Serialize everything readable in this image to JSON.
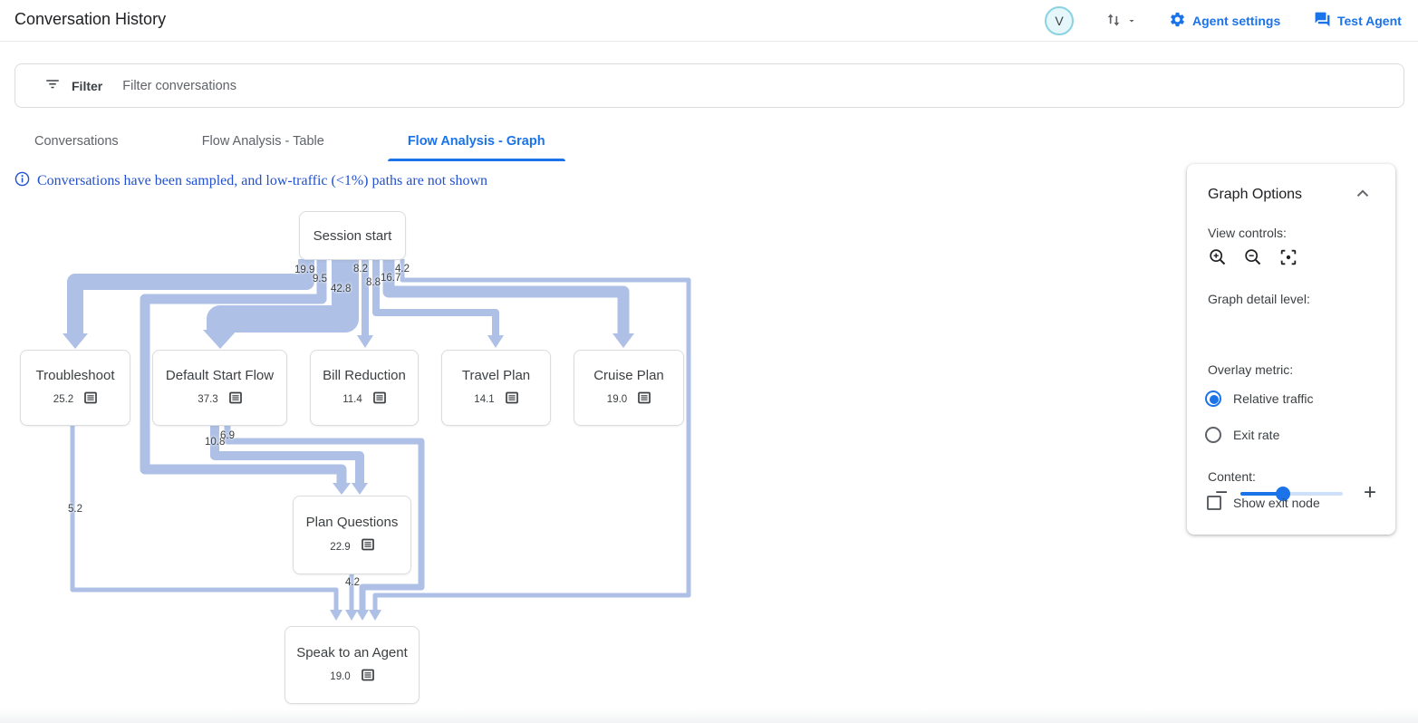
{
  "header": {
    "title": "Conversation History",
    "avatar_initial": "V",
    "agent_settings_label": "Agent settings",
    "test_agent_label": "Test Agent"
  },
  "filter": {
    "label": "Filter",
    "placeholder": "Filter conversations"
  },
  "tabs": [
    {
      "label": "Conversations",
      "active": false
    },
    {
      "label": "Flow Analysis - Table",
      "active": false
    },
    {
      "label": "Flow Analysis - Graph",
      "active": true
    }
  ],
  "notice_text": "Conversations have been sampled, and low-traffic (<1%) paths are not shown",
  "graph": {
    "nodes": [
      {
        "id": "session-start",
        "label": "Session start",
        "value": ""
      },
      {
        "id": "troubleshoot",
        "label": "Troubleshoot",
        "value": "25.2"
      },
      {
        "id": "default-start-flow",
        "label": "Default Start Flow",
        "value": "37.3"
      },
      {
        "id": "bill-reduction",
        "label": "Bill Reduction",
        "value": "11.4"
      },
      {
        "id": "travel-plan",
        "label": "Travel Plan",
        "value": "14.1"
      },
      {
        "id": "cruise-plan",
        "label": "Cruise Plan",
        "value": "19.0"
      },
      {
        "id": "plan-questions",
        "label": "Plan Questions",
        "value": "22.9"
      },
      {
        "id": "speak-to-an-agent",
        "label": "Speak to an Agent",
        "value": "19.0"
      }
    ],
    "edges": [
      {
        "from": "Session start",
        "to": "Troubleshoot",
        "value": "19.9"
      },
      {
        "from": "Session start",
        "to": "Plan Questions",
        "value": "9.5"
      },
      {
        "from": "Session start",
        "to": "Default Start Flow",
        "value": "42.8"
      },
      {
        "from": "Session start",
        "to": "Bill Reduction",
        "value": "8.2"
      },
      {
        "from": "Session start",
        "to": "Travel Plan",
        "value": "8.8"
      },
      {
        "from": "Session start",
        "to": "Cruise Plan",
        "value": "16.7"
      },
      {
        "from": "Session start",
        "to": "Speak to an Agent",
        "value": "4.2"
      },
      {
        "from": "Default Start Flow",
        "to": "Plan Questions",
        "value": "10.8"
      },
      {
        "from": "Default Start Flow",
        "to": "Speak to an Agent",
        "value": "6.9"
      },
      {
        "from": "Troubleshoot",
        "to": "Speak to an Agent",
        "value": "5.2"
      },
      {
        "from": "Plan Questions",
        "to": "Speak to an Agent",
        "value": "4.2"
      }
    ]
  },
  "panel": {
    "title": "Graph Options",
    "view_controls_label": "View controls:",
    "detail_label": "Graph detail level:",
    "overlay_label": "Overlay metric:",
    "overlay_options": [
      {
        "label": "Relative traffic",
        "selected": true
      },
      {
        "label": "Exit rate",
        "selected": false
      }
    ],
    "content_label": "Content:",
    "show_exit_node_label": "Show exit node",
    "show_exit_node_checked": false
  },
  "colors": {
    "accent": "#1a73e8",
    "edge": "#aec0e5",
    "notice_blue": "#2150d0"
  }
}
